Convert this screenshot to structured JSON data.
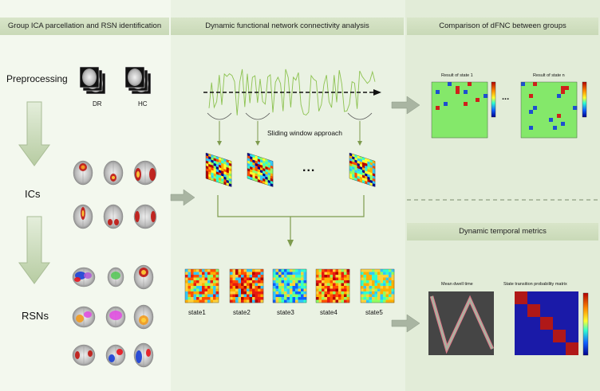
{
  "headers": {
    "panel1": "Group ICA parcellation and RSN identification",
    "panel2": "Dynamic functional network connectivity analysis",
    "panel3": "Comparison of dFNC between groups",
    "panel4": "Dynamic temporal metrics"
  },
  "left": {
    "preprocessing": "Preprocessing",
    "group_dr": "DR",
    "group_hc": "HC",
    "ics": "ICs",
    "rsns": "RSNs"
  },
  "middle": {
    "sliding_window": "Sliding window approach",
    "ellipsis": "...",
    "states": [
      "state1",
      "state2",
      "state3",
      "state4",
      "state5"
    ]
  },
  "right": {
    "result_state1": "Result of state 1",
    "result_staten": "Result of state n",
    "ellipsis": "...",
    "mean_dwell": "Mean dwell time",
    "transition": "State transition probability matrix"
  },
  "colors": {
    "arrow": "#c4d6b1",
    "signal": "#8cc24f",
    "connector": "#7e9b4e"
  }
}
